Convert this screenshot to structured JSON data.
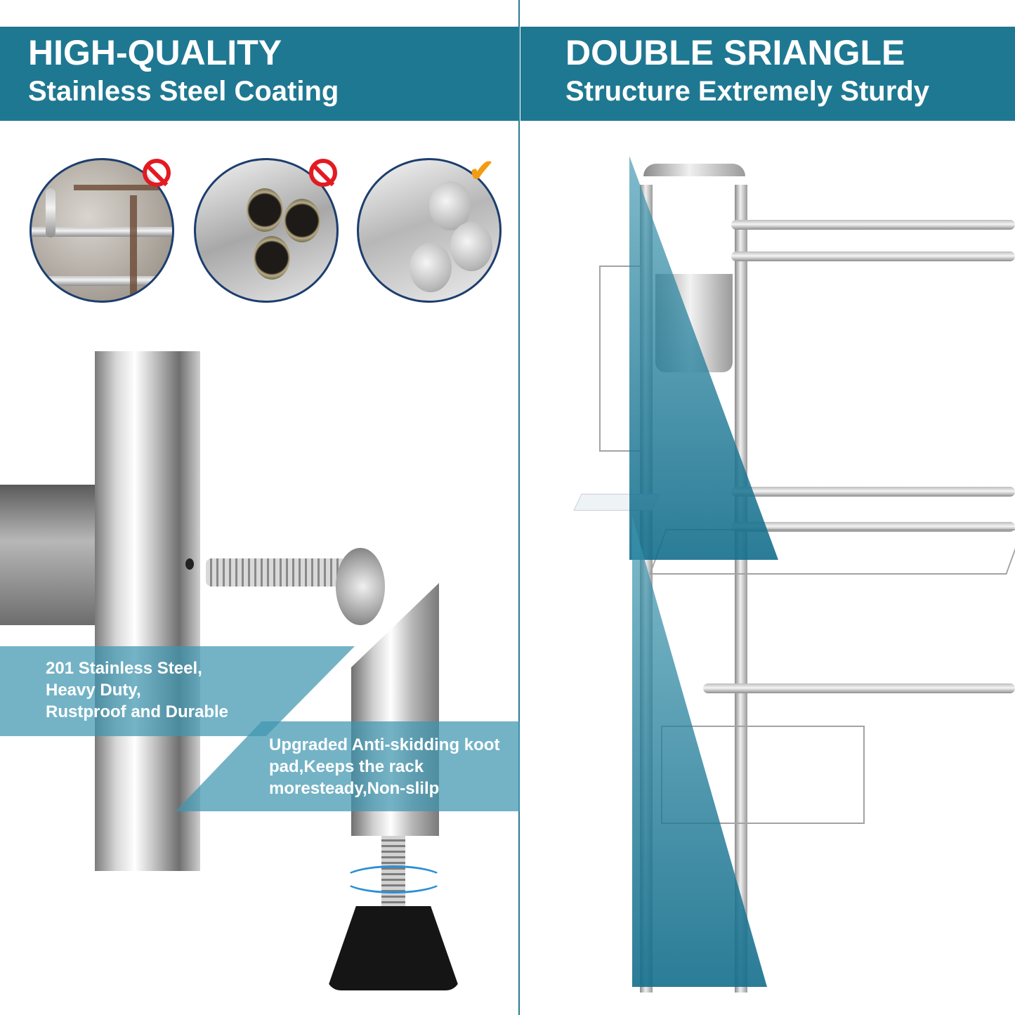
{
  "left_panel": {
    "title": "HIGH-QUALITY",
    "subtitle": "Stainless Steel Coating",
    "comparison_images": [
      {
        "label": "rusted-wire-rack",
        "status_icon": "prohibited-icon"
      },
      {
        "label": "hollow-coated-tubes",
        "status_icon": "prohibited-icon"
      },
      {
        "label": "solid-stainless-rods",
        "status_icon": "checkmark-icon"
      }
    ],
    "callouts": [
      {
        "lines": [
          "201 Stainless Steel,",
          "Heavy Duty,",
          "Rustproof and Durable"
        ]
      },
      {
        "lines": [
          "Upgraded Anti-skidding koot",
          "pad,Keeps the rack",
          "moresteady,Non-slilp"
        ]
      }
    ]
  },
  "right_panel": {
    "title": "DOUBLE SRIANGLE",
    "subtitle": "Structure Extremely Sturdy"
  },
  "colors": {
    "banner": "#1f7891",
    "callout": "#3e96b0",
    "prohibited": "#e21b22",
    "check": "#f29c11",
    "circle_border": "#1d3e6e"
  }
}
